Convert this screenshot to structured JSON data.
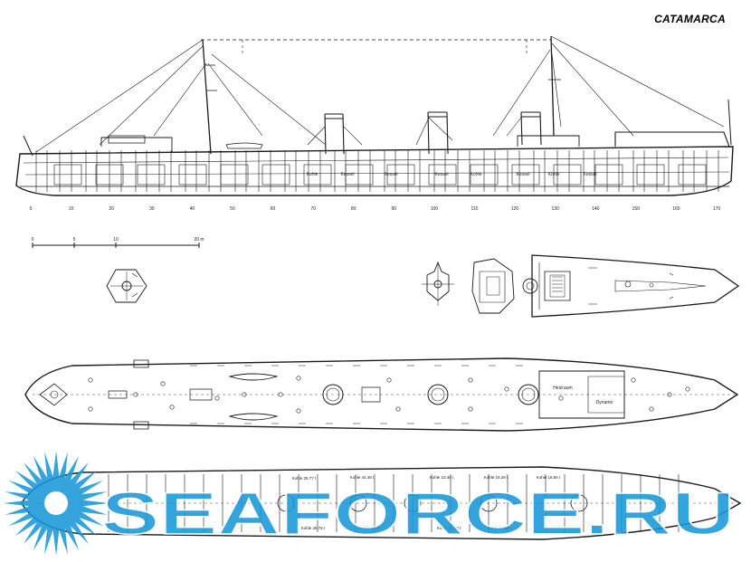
{
  "title": "CATAMARCA",
  "profile": {
    "frame_ticks": [
      "0",
      "10",
      "20",
      "30",
      "40",
      "50",
      "60",
      "70",
      "80",
      "90",
      "100",
      "110",
      "120",
      "130",
      "140",
      "150",
      "160",
      "170"
    ],
    "compartment_labels": [
      "Kohle",
      "Kessel",
      "Kessel",
      "Kessel",
      "Kohle",
      "Kessel",
      "Kohle",
      "Kessel"
    ]
  },
  "scale_bar": {
    "labels": [
      "0",
      "5",
      "10",
      "20 m"
    ]
  },
  "upper_deck": {
    "labels": [
      "Heizraum",
      "Dynamo"
    ]
  },
  "hold_plan": {
    "labels": [
      "Kohle 25.77 t",
      "Kohle 44.48 t",
      "Kohle 23.48 t",
      "Kohle 18.26 t",
      "Kohle 16.66 t",
      "Kohle 25.76 t",
      "Kohle 44.48 t",
      "Kohle 23.48 t",
      "Kohle 17.88 t"
    ]
  },
  "watermark": {
    "text": "SEAFORCE.RU",
    "color": "#1a98d8",
    "icon": "starburst-logo"
  },
  "colors": {
    "ink": "#1a1a1a",
    "paper": "#ffffff"
  }
}
